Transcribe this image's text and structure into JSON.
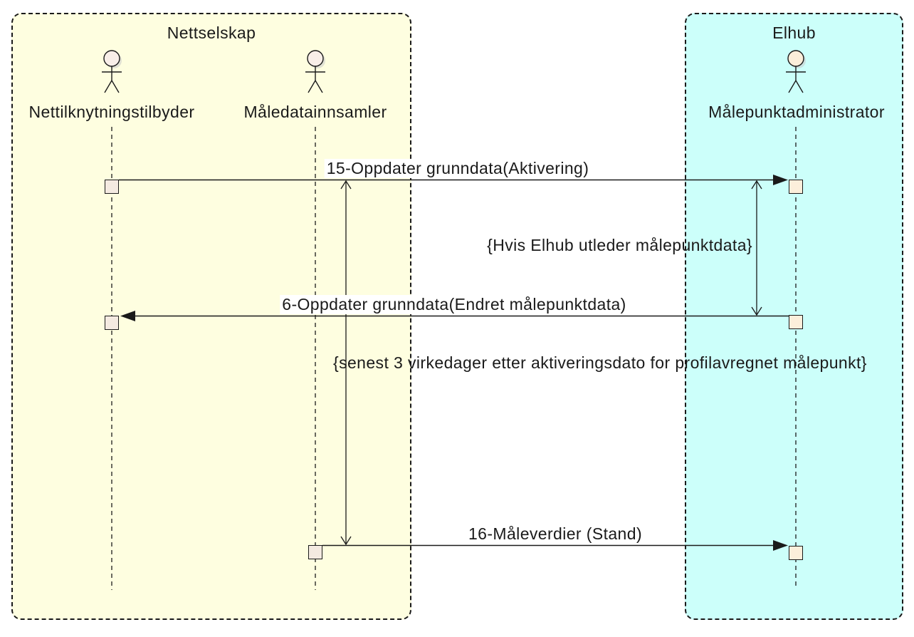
{
  "diagram": {
    "type": "uml-sequence-diagram",
    "groups": [
      {
        "title": "Nettselskap",
        "fill": "#FEFEE0"
      },
      {
        "title": "Elhub",
        "fill": "#CCFFFA"
      }
    ],
    "actors": [
      {
        "label": "Nettilknytningstilbyder",
        "group": "Nettselskap"
      },
      {
        "label": "Måledatainnsamler",
        "group": "Nettselskap"
      },
      {
        "label": "Målepunktadministrator",
        "group": "Elhub"
      }
    ],
    "messages": [
      {
        "label": "15-Oppdater grunndata(Aktivering)",
        "from": "Nettilknytningstilbyder",
        "to": "Målepunktadministrator"
      },
      {
        "label": "6-Oppdater grunndata(Endret målepunktdata)",
        "from": "Målepunktadministrator",
        "to": "Nettilknytningstilbyder"
      },
      {
        "label": "16-Måleverdier (Stand)",
        "from": "Måledatainnsamler",
        "to": "Målepunktadministrator"
      }
    ],
    "constraints": [
      {
        "label": "{Hvis Elhub utleder målepunktdata}"
      },
      {
        "label": "{senest 3 virkedager etter aktiveringsdato for profilavregnet målepunkt}"
      }
    ],
    "colors": {
      "line": "#1a1a1a",
      "label_background": "#ffffff",
      "activation_left": "#f4eae1",
      "activation_right": "#fcefdb",
      "actor_head_left": "#f8eee8",
      "actor_head_right": "#fbeeda"
    }
  }
}
